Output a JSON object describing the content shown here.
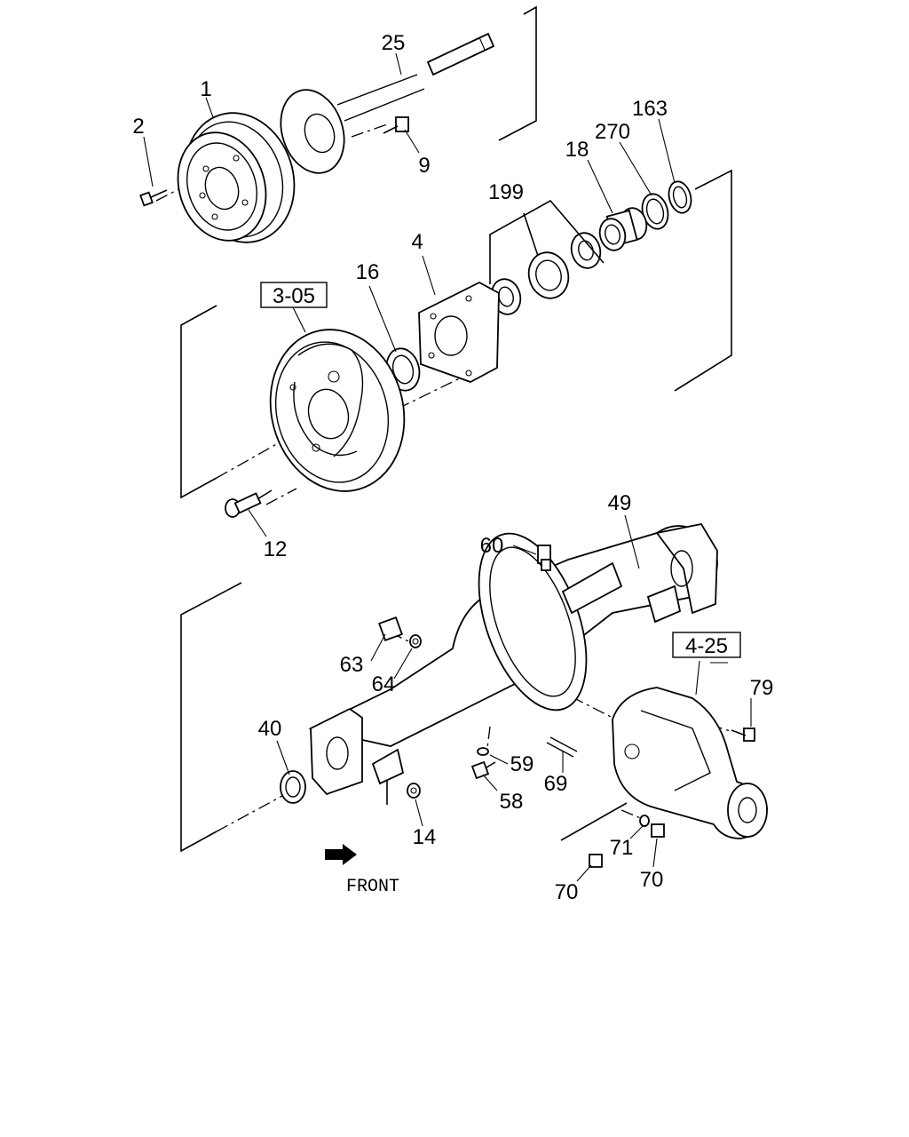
{
  "diagram": {
    "callouts": {
      "c1": "1",
      "c2": "2",
      "c25": "25",
      "c9": "9",
      "c163": "163",
      "c270": "270",
      "c18": "18",
      "c199": "199",
      "c4": "4",
      "c16": "16",
      "c12": "12",
      "c49": "49",
      "c60": "60",
      "c63": "63",
      "c64": "64",
      "c40": "40",
      "c59": "59",
      "c58": "58",
      "c69": "69",
      "c14": "14",
      "c79": "79",
      "c71": "71",
      "c70a": "70",
      "c70b": "70"
    },
    "refs": {
      "brake_assembly": "3-05",
      "differential": "4-25"
    },
    "front_label": "FRONT"
  }
}
